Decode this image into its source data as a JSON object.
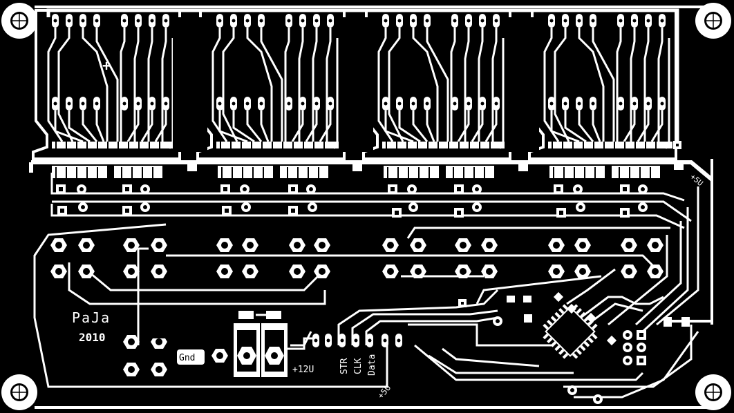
{
  "board": {
    "colors": {
      "background": "#000000",
      "copper": "#ffffff"
    },
    "labels": {
      "author": "PaJa",
      "year": "2010",
      "gnd": "Gnd",
      "v12": "+12U",
      "str": "STR",
      "clk": "CLK",
      "data": "Data",
      "v5_bottom": "+5U",
      "v5_right": "+5U",
      "plus": "+"
    },
    "icons": [
      "mounting-hole-icon"
    ]
  }
}
